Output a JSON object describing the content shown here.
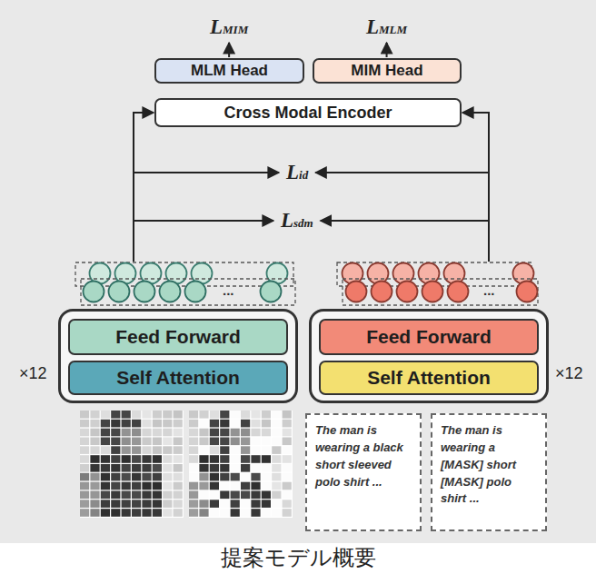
{
  "diagram": {
    "caption": "提案モデル概要",
    "nodes": [
      {
        "text": [
          "MLM Head"
        ]
      },
      {
        "text": [
          "MIM Head"
        ]
      },
      {
        "text": [
          "Cross Modal Encoder"
        ]
      },
      {
        "text": [
          "×12"
        ]
      },
      {
        "text": [
          "Feed Forward"
        ],
        "in": 3
      },
      {
        "text": [
          "Self Attention"
        ],
        "in": 3
      },
      {
        "text": [
          "×12"
        ]
      },
      {
        "text": [
          "Feed Forward"
        ],
        "in": 6
      },
      {
        "text": [
          "Self Attention"
        ],
        "in": 6
      },
      {
        "text": [
          "The man is wearing a black short sleeved polo shirt ..."
        ]
      },
      {
        "text": [
          "The man is wearing a [MASK] short [MASK] polo shirt ..."
        ]
      }
    ],
    "labels": [
      "LMIM",
      "LMLM",
      "Lid",
      "Lsdm",
      "...",
      "..."
    ]
  }
}
